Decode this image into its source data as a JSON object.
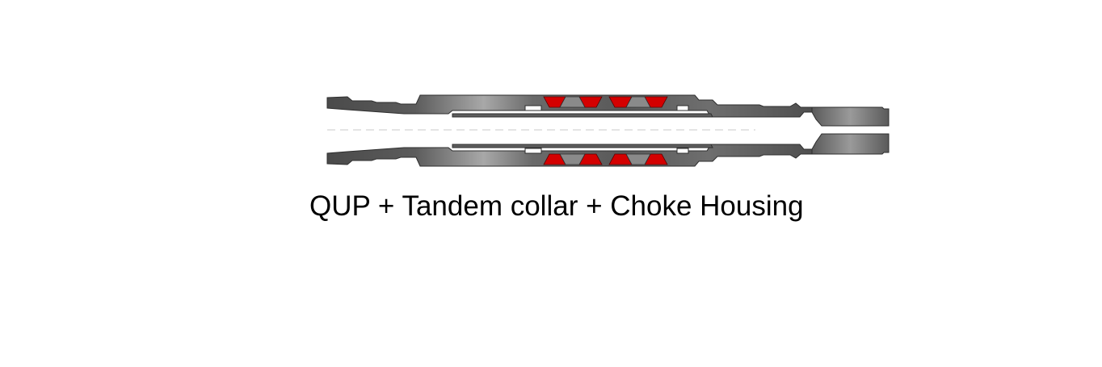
{
  "caption": "QUP + Tandem collar + Choke Housing",
  "colors": {
    "body_dark": "#4a4a4a",
    "body_mid": "#7a7a7a",
    "body_light": "#b4b4b4",
    "seal_red": "#d40000",
    "outline": "#2e2e2e",
    "centerline": "#c8c8c8",
    "background": "#ffffff"
  },
  "diagram": {
    "assembly_parts": [
      "QUP",
      "Tandem collar",
      "Choke Housing"
    ],
    "seal_elements_per_side": 4,
    "view": "longitudinal-cross-section"
  }
}
